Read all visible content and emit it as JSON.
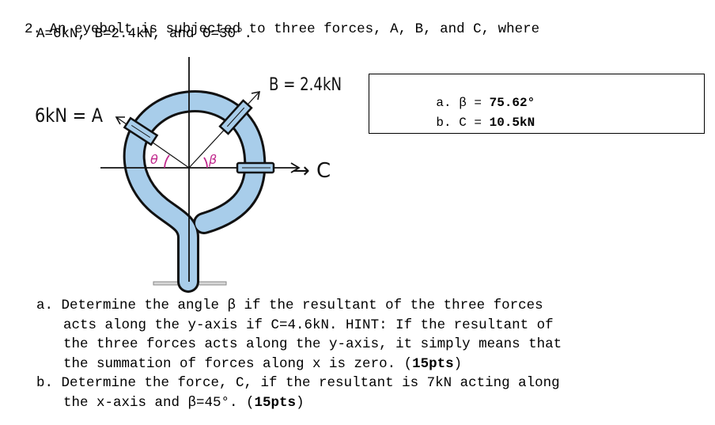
{
  "problem": {
    "number": "2.",
    "statement_line1": "An eyebolt is subjected to three forces, A, B, and C, where",
    "statement_line2": "A=6kN, B=2.4kN, and Θ=30°."
  },
  "figure": {
    "label_a": "6kN = A",
    "label_b": "B = 2.4kN",
    "label_c": "→ C",
    "label_theta": "θ",
    "label_beta": "β"
  },
  "answers": {
    "a_prefix": "a. β = ",
    "a_value": "75.62°",
    "b_prefix": "b. C = ",
    "b_value": "10.5kN"
  },
  "questions": {
    "a_line1": "a. Determine the angle β if the resultant of the three forces",
    "a_line2": "acts along the y-axis if C=4.6kN. HINT: If the resultant of",
    "a_line3": "the three forces acts along the y-axis, it simply means that",
    "a_line4_text": "the summation of forces along x is zero. (",
    "a_pts": "15pts",
    "a_line4_close": ")",
    "b_line1": "b. Determine the force, C, if the resultant is 7kN acting along",
    "b_line2_text": "the x-axis and β=45°. (",
    "b_pts": "15pts",
    "b_line2_close": ")"
  }
}
